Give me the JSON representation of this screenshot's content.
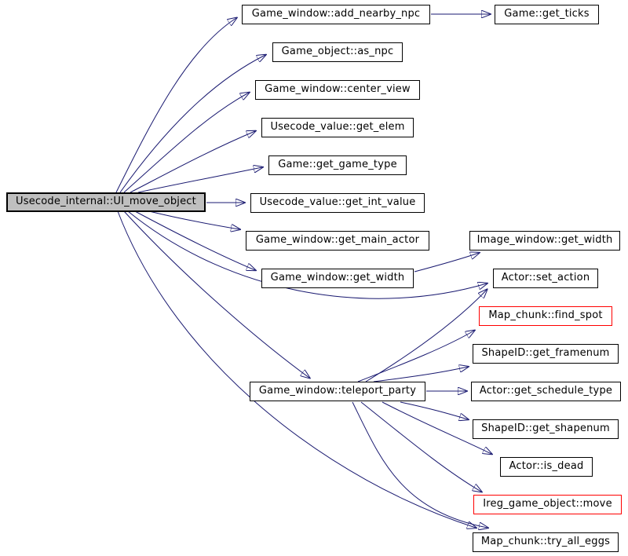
{
  "diagram": {
    "type": "call-graph",
    "colors": {
      "edge": "#191970",
      "node_border": "#000000",
      "highlight_border": "#ff0000",
      "root_fill": "#bfbfbf",
      "node_fill": "#ffffff",
      "background": "#ffffff"
    }
  },
  "nodes": {
    "root": {
      "label": "Usecode_internal::UI_move_object",
      "current": true
    },
    "add_nearby_npc": {
      "label": "Game_window::add_nearby_npc"
    },
    "get_ticks": {
      "label": "Game::get_ticks"
    },
    "as_npc": {
      "label": "Game_object::as_npc"
    },
    "center_view": {
      "label": "Game_window::center_view"
    },
    "get_elem": {
      "label": "Usecode_value::get_elem"
    },
    "get_game_type": {
      "label": "Game::get_game_type"
    },
    "get_int_value": {
      "label": "Usecode_value::get_int_value"
    },
    "get_main_actor": {
      "label": "Game_window::get_main_actor"
    },
    "get_width": {
      "label": "Game_window::get_width"
    },
    "image_get_width": {
      "label": "Image_window::get_width"
    },
    "set_action": {
      "label": "Actor::set_action"
    },
    "find_spot": {
      "label": "Map_chunk::find_spot",
      "highlighted": true
    },
    "get_framenum": {
      "label": "ShapeID::get_framenum"
    },
    "teleport_party": {
      "label": "Game_window::teleport_party"
    },
    "get_schedule_type": {
      "label": "Actor::get_schedule_type"
    },
    "get_shapenum": {
      "label": "ShapeID::get_shapenum"
    },
    "is_dead": {
      "label": "Actor::is_dead"
    },
    "move": {
      "label": "Ireg_game_object::move",
      "highlighted": true
    },
    "try_all_eggs": {
      "label": "Map_chunk::try_all_eggs"
    }
  },
  "edges": [
    {
      "from": "root",
      "to": "add_nearby_npc"
    },
    {
      "from": "root",
      "to": "as_npc"
    },
    {
      "from": "root",
      "to": "center_view"
    },
    {
      "from": "root",
      "to": "get_elem"
    },
    {
      "from": "root",
      "to": "get_game_type"
    },
    {
      "from": "root",
      "to": "get_int_value"
    },
    {
      "from": "root",
      "to": "get_main_actor"
    },
    {
      "from": "root",
      "to": "get_width"
    },
    {
      "from": "root",
      "to": "set_action"
    },
    {
      "from": "root",
      "to": "teleport_party"
    },
    {
      "from": "root",
      "to": "try_all_eggs"
    },
    {
      "from": "add_nearby_npc",
      "to": "get_ticks"
    },
    {
      "from": "get_width",
      "to": "image_get_width"
    },
    {
      "from": "teleport_party",
      "to": "set_action"
    },
    {
      "from": "teleport_party",
      "to": "find_spot"
    },
    {
      "from": "teleport_party",
      "to": "get_framenum"
    },
    {
      "from": "teleport_party",
      "to": "get_schedule_type"
    },
    {
      "from": "teleport_party",
      "to": "get_shapenum"
    },
    {
      "from": "teleport_party",
      "to": "is_dead"
    },
    {
      "from": "teleport_party",
      "to": "move"
    },
    {
      "from": "teleport_party",
      "to": "try_all_eggs"
    }
  ]
}
